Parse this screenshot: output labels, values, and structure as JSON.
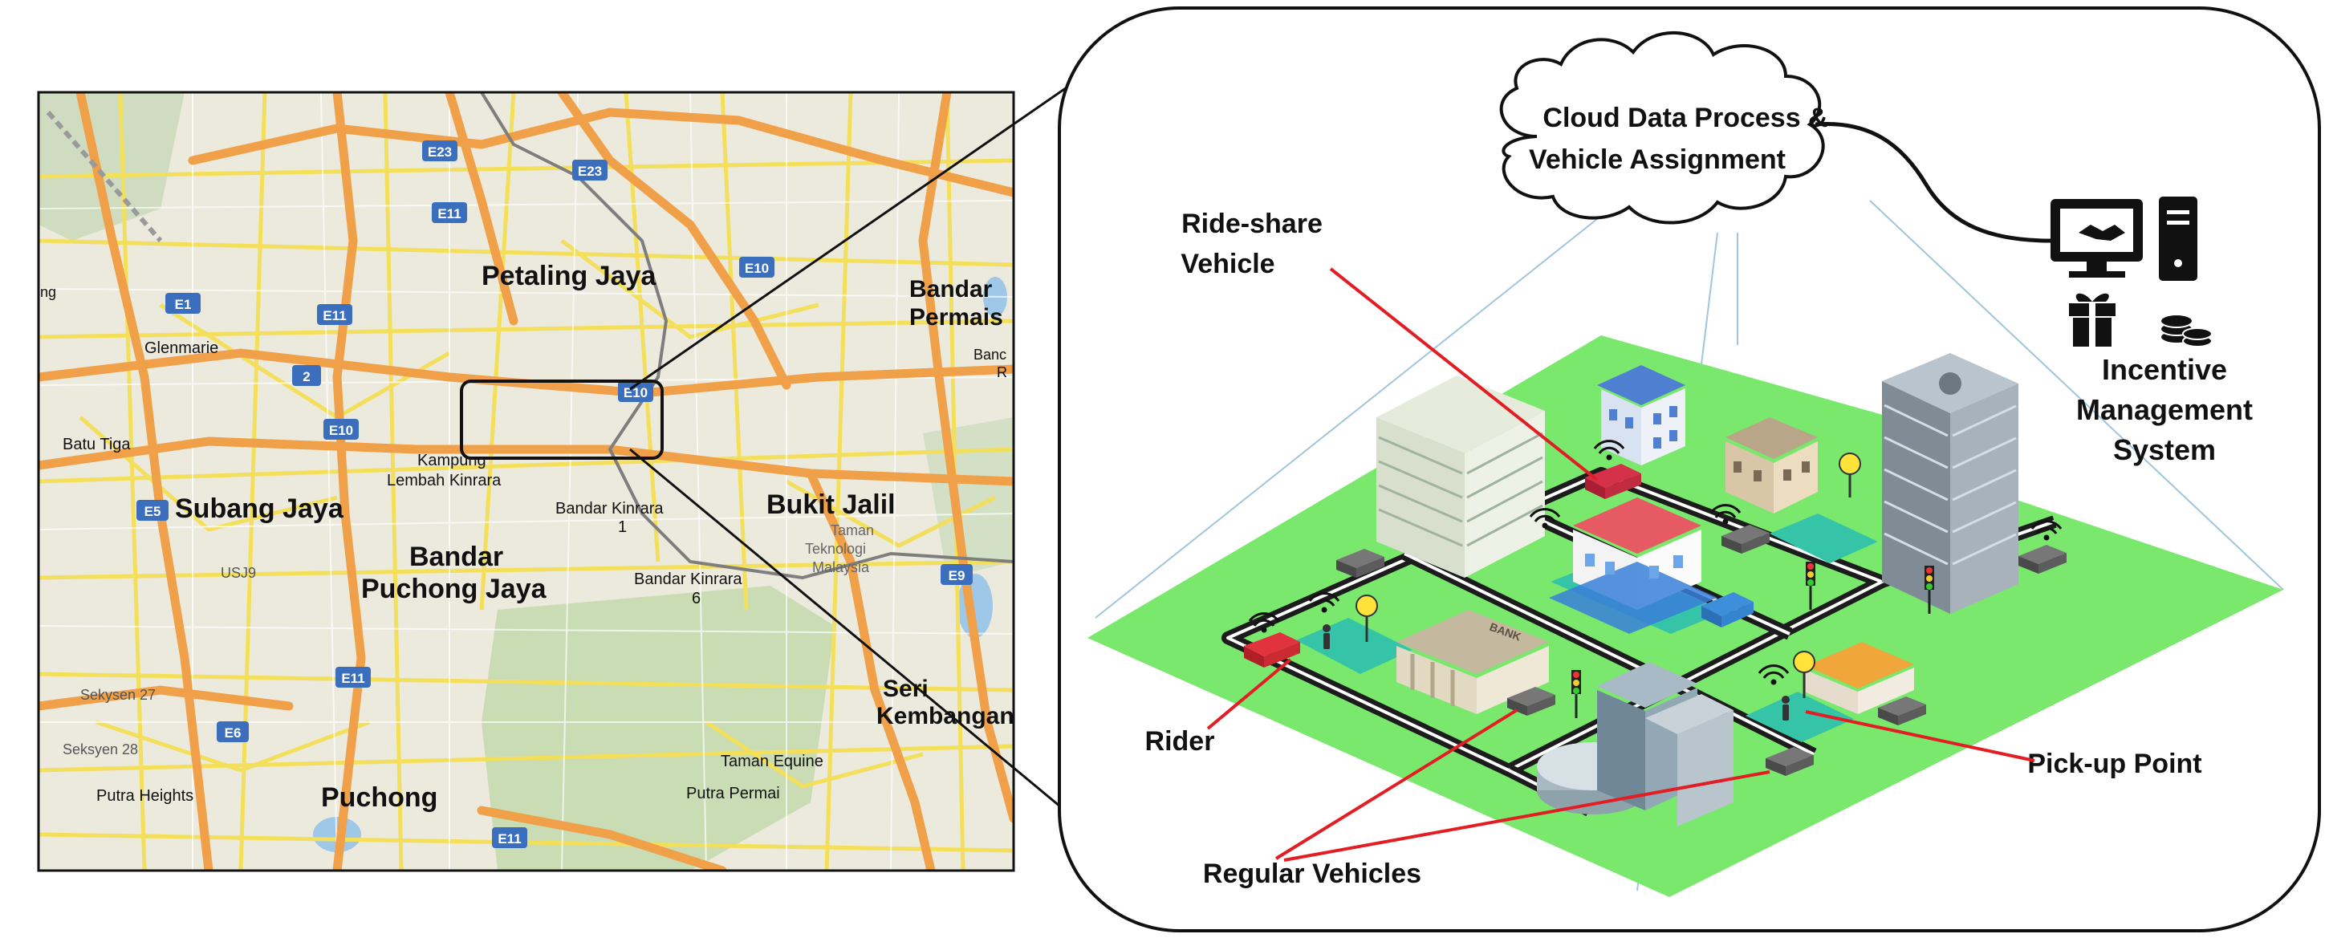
{
  "map": {
    "places_large": [
      "Petaling Jaya",
      "Subang Jaya",
      "Bandar",
      "Puchong Jaya",
      "Bukit Jalil",
      "Puchong",
      "Seri",
      "Kembangan",
      "Bandar",
      "Permais"
    ],
    "places_small": [
      "Glenmarie",
      "Batu Tiga",
      "Kampung",
      "Lembah Kinrara",
      "Bandar Kinrara",
      "1",
      "Bandar Kinrara",
      "6",
      "Taman",
      "Teknologi",
      "Malaysia",
      "USJ9",
      "Sekysen 27",
      "Seksyen 28",
      "Putra Heights",
      "Taman Equine",
      "Putra Permai",
      "Banc",
      "R",
      "ng"
    ],
    "highways": [
      "E23",
      "E23",
      "E11",
      "E10",
      "E1",
      "E11",
      "2",
      "E10",
      "E10",
      "E5",
      "E11",
      "E6",
      "E11",
      "E9"
    ]
  },
  "diagram": {
    "cloud_line1": "Cloud Data Process &",
    "cloud_line2": "Vehicle Assignment",
    "incentive_line1": "Incentive",
    "incentive_line2": "Management",
    "incentive_line3": "System",
    "rideshare_line1": "Ride-share",
    "rideshare_line2": "Vehicle",
    "rider": "Rider",
    "pickup": "Pick-up Point",
    "regular": "Regular Vehicles",
    "bank_sign": "BANK"
  }
}
